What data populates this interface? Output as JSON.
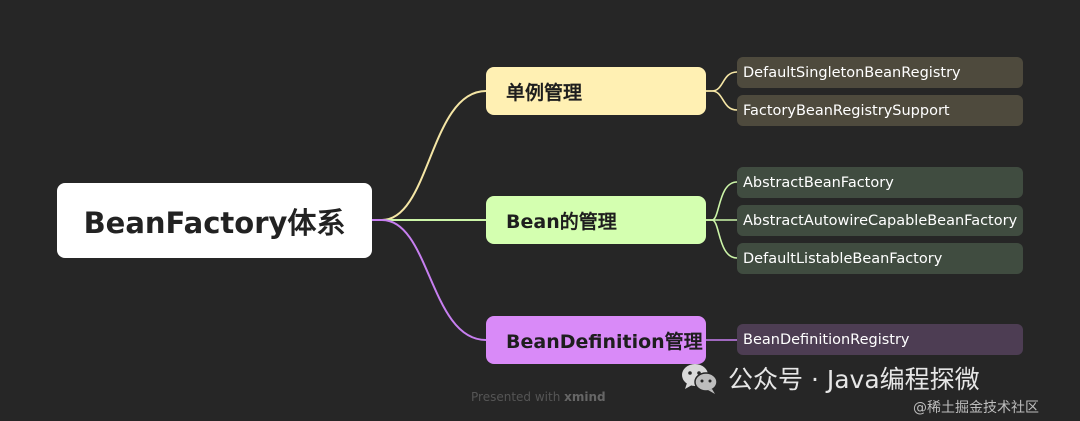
{
  "root": {
    "label": "BeanFactory体系"
  },
  "branches": [
    {
      "label": "单例管理",
      "color": "#fff0b3",
      "line_color": "#f5e6a5",
      "leaves": [
        "DefaultSingletonBeanRegistry",
        "FactoryBeanRegistrySupport"
      ]
    },
    {
      "label": "Bean的管理",
      "color": "#d4ffb0",
      "line_color": "#ccf5a8",
      "leaves": [
        "AbstractBeanFactory",
        "AbstractAutowireCapableBeanFactory",
        "DefaultListableBeanFactory"
      ]
    },
    {
      "label": "BeanDefinition管理",
      "color": "#d98af8",
      "line_color": "#c77ff0",
      "leaves": [
        "BeanDefinitionRegistry"
      ]
    }
  ],
  "footer": {
    "presented": "Presented with",
    "brand": "xmind"
  },
  "watermark": {
    "account": "公众号 · Java编程探微",
    "site": "@稀土掘金技术社区"
  }
}
